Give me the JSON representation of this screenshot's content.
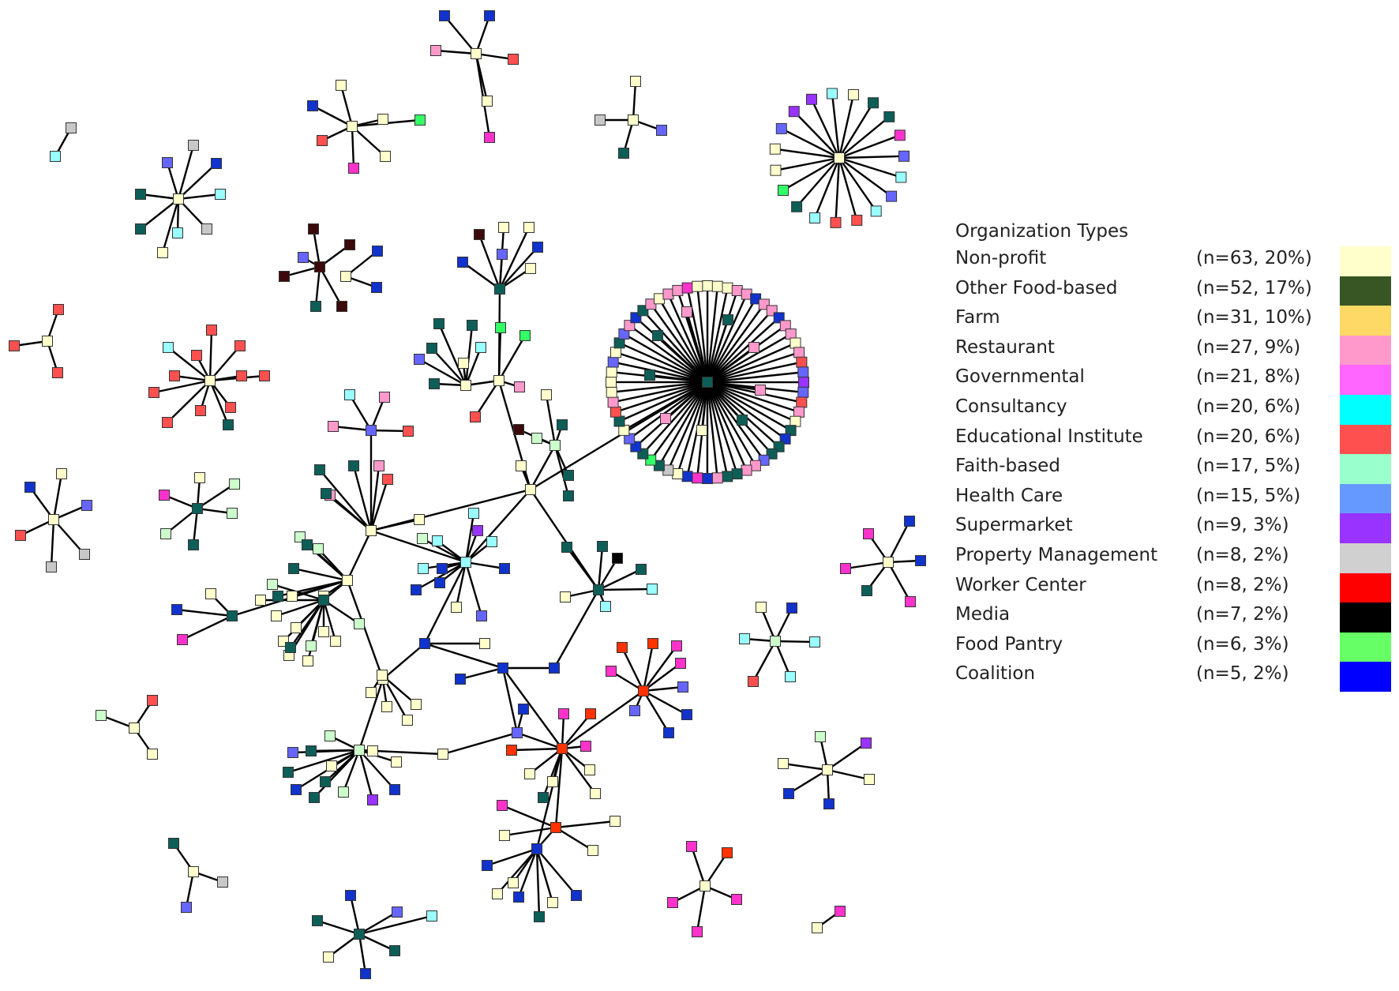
{
  "legend": {
    "title": "Organization Types",
    "items": [
      {
        "label": "Non-profit",
        "count": "(n=63, 20%)",
        "color": "#FFFFCC"
      },
      {
        "label": "Other Food-based",
        "count": "(n=52, 17%)",
        "color": "#375623"
      },
      {
        "label": "Farm",
        "count": "(n=31, 10%)",
        "color": "#FFD966"
      },
      {
        "label": "Restaurant",
        "count": "(n=27, 9%)",
        "color": "#FF99CC"
      },
      {
        "label": "Governmental",
        "count": "(n=21, 8%)",
        "color": "#FF66FF"
      },
      {
        "label": "Consultancy",
        "count": "(n=20, 6%)",
        "color": "#00FFFF"
      },
      {
        "label": "Educational Institute",
        "count": "(n=20, 6%)",
        "color": "#FF5050"
      },
      {
        "label": "Faith-based",
        "count": "(n=17, 5%)",
        "color": "#99FFCC"
      },
      {
        "label": "Health Care",
        "count": "(n=15, 5%)",
        "color": "#6699FF"
      },
      {
        "label": "Supermarket",
        "count": "(n=9, 3%)",
        "color": "#9933FF"
      },
      {
        "label": "Property Management",
        "count": "(n=8, 2%)",
        "color": "#D0D0D0"
      },
      {
        "label": "Worker Center",
        "count": "(n=8, 2%)",
        "color": "#FF0000"
      },
      {
        "label": "Media",
        "count": "(n=7, 2%)",
        "color": "#000000"
      },
      {
        "label": "Food Pantry",
        "count": "(n=6, 3%)",
        "color": "#66FF66"
      },
      {
        "label": "Coalition",
        "count": "(n=5, 2%)",
        "color": "#0000FF"
      }
    ]
  },
  "node_colors": {
    "N": "#FFFFCC",
    "T": "#0E5E58",
    "P": "#FF99CC",
    "M": "#FF33CC",
    "C": "#99FFFF",
    "E": "#FF5050",
    "F": "#CCFFCC",
    "H": "#6666FF",
    "S": "#9933FF",
    "G": "#C8C8C8",
    "W": "#FF3300",
    "K": "#000000",
    "D": "#3C0A0A",
    "L": "#33FF66",
    "B": "#1133CC"
  }
}
